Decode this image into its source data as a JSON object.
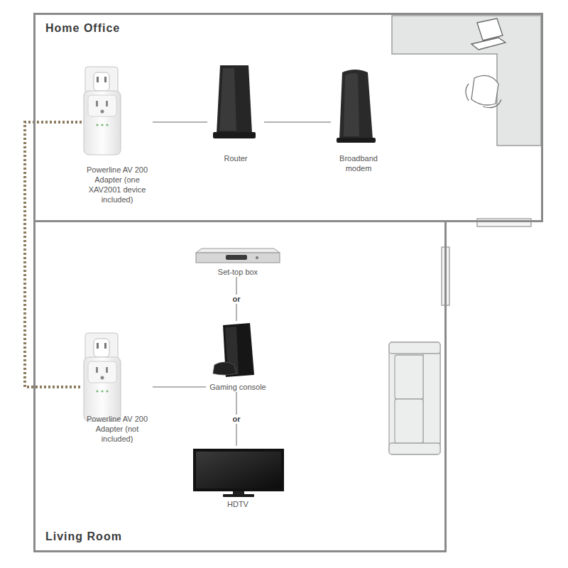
{
  "diagram": {
    "nodes": [
      {
        "text": [
          "Home Office"
        ]
      },
      {
        "text": [
          "Powerline AV 200 Adapter (one XAV2001 device included)"
        ],
        "in": 0
      },
      {
        "text": [
          "Router"
        ],
        "in": 0
      },
      {
        "text": [
          "Broadband modem"
        ],
        "in": 0
      },
      {
        "text": [
          "Living Room"
        ]
      },
      {
        "text": [
          "Powerline AV 200 Adapter (not included)"
        ],
        "in": 4
      },
      {
        "text": [
          "Set-top box"
        ],
        "in": 4
      },
      {
        "text": [
          "Gaming console"
        ],
        "in": 4
      },
      {
        "text": [
          "HDTV"
        ],
        "in": 4
      }
    ],
    "edges": [
      {
        "from": 1,
        "to": 2,
        "arrow": "none"
      },
      {
        "from": 2,
        "to": 3,
        "arrow": "none"
      },
      {
        "from": 1,
        "to": 5,
        "arrow": "none"
      },
      {
        "from": 5,
        "to": 7,
        "arrow": "none"
      },
      {
        "from": 6,
        "to": 7,
        "label": "or",
        "arrow": "none"
      },
      {
        "from": 7,
        "to": 8,
        "label": "or",
        "arrow": "none"
      }
    ]
  }
}
